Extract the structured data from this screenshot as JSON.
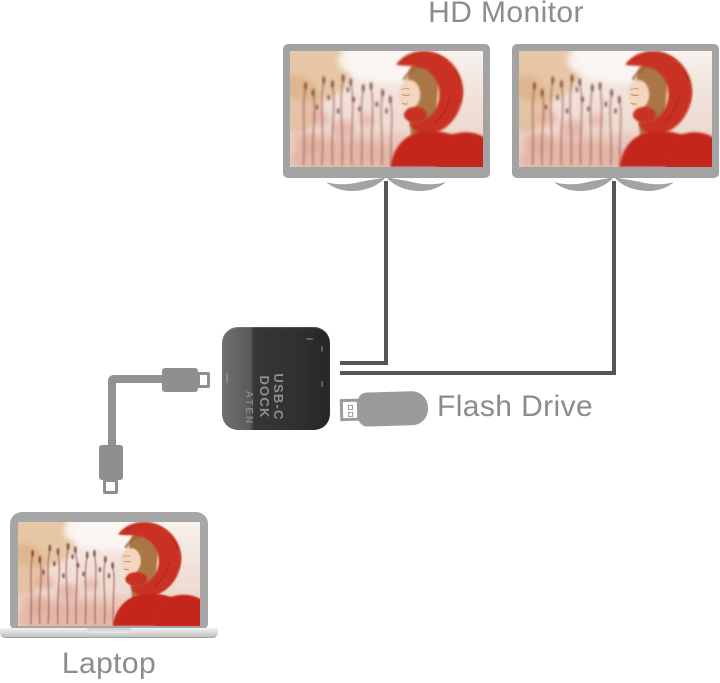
{
  "labels": {
    "hd_monitor": "HD Monitor",
    "flash_drive": "Flash Drive",
    "laptop": "Laptop"
  },
  "dock": {
    "product_line1": "USB-C",
    "product_line2": "DOCK",
    "brand": "ATEN"
  },
  "screens": {
    "content_description": "woman in red knitted hood standing in autumn field"
  },
  "colors": {
    "label_text": "#8c8c8c",
    "device_gray": "#a3a3a3",
    "monitor_cable": "#54555a",
    "usbc_cable": "#929292",
    "dock_body_dark": "#2e2e2e",
    "dock_body_light": "#646464",
    "dock_text": "#8f8f8f",
    "flash_drive_gray": "#9b9b9b",
    "photo_red": "#c93120"
  }
}
